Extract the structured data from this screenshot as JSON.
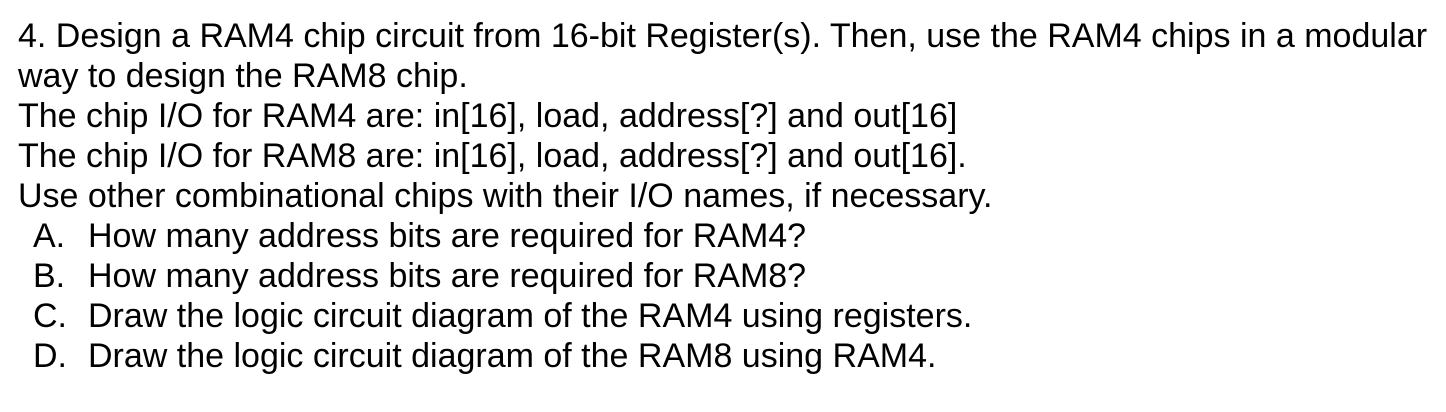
{
  "page": {
    "background_color": "#ffffff",
    "text_color": "#000000"
  },
  "problem": {
    "number": "4.",
    "intro_lines": [
      "4. Design a RAM4 chip circuit from 16-bit Register(s). Then, use the RAM4 chips in a modular",
      "way to design the RAM8 chip."
    ],
    "spec_lines": [
      "The chip I/O for RAM4 are: in[16], load, address[?] and out[16]",
      "The chip I/O for RAM8 are: in[16], load, address[?] and out[16].",
      "Use other combinational chips with their I/O names, if necessary."
    ],
    "subquestions": [
      {
        "label": "A.",
        "text": "How many address bits are required for RAM4?"
      },
      {
        "label": "B.",
        "text": "How many address bits are required for RAM8?"
      },
      {
        "label": "C.",
        "text": "Draw the logic circuit diagram of the RAM4 using registers."
      },
      {
        "label": "D.",
        "text": "Draw the logic circuit diagram of the RAM8 using RAM4."
      }
    ]
  }
}
